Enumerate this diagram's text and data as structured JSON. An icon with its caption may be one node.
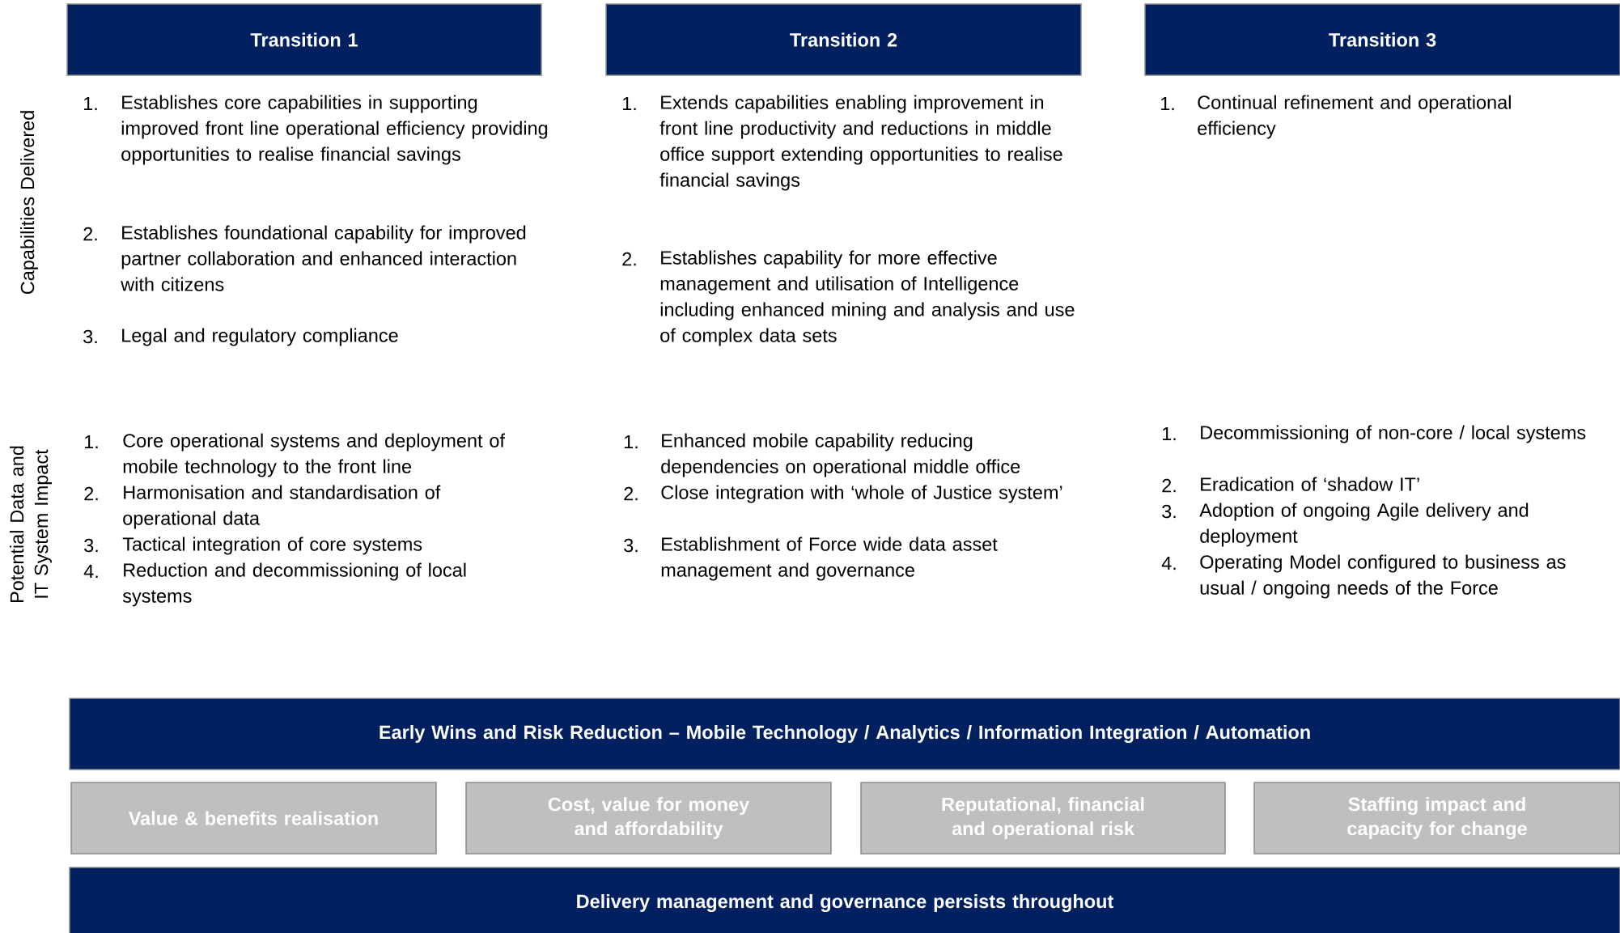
{
  "diagram": {
    "nodes": [
      {
        "text": [
          "Transition 1"
        ]
      },
      {
        "text": [
          "Transition 2"
        ]
      },
      {
        "text": [
          "Transition 3"
        ]
      },
      {
        "text": [
          "Early Wins and Risk Reduction – Mobile Technology / Analytics / Information Integration / Automation"
        ]
      },
      {
        "text": [
          "Value & benefits realisation"
        ]
      },
      {
        "text": [
          "Cost, value for money and affordability"
        ]
      },
      {
        "text": [
          "Reputational, financial and operational risk"
        ]
      },
      {
        "text": [
          "Staffing impact and capacity for change"
        ]
      },
      {
        "text": [
          "Delivery management and governance persists throughout"
        ]
      }
    ],
    "labels": [
      "Capabilities Delivered",
      "1.",
      "Establishes core capabilities in supporting improved front line operational efficiency providing opportunities to realise financial savings",
      "2.",
      "Establishes foundational capability for improved partner collaboration and enhanced interaction with citizens",
      "3.",
      "Legal and regulatory compliance",
      "1.",
      "Extends capabilities enabling improvement in front line productivity and reductions in middle office support extending opportunities to realise financial savings",
      "2.",
      "Establishes capability for more effective management and utilisation of Intelligence including enhanced mining and analysis and use of complex data sets",
      "1.",
      "Continual refinement and operational efficiency",
      "Potential Data and IT System Impact",
      "1.",
      "Core operational systems and deployment of mobile technology to the front line",
      "2.",
      "Harmonisation and standardisation of operational data",
      "3.",
      "Tactical integration of core systems",
      "4.",
      "Reduction and decommissioning of local systems",
      "1.",
      "Enhanced mobile capability reducing dependencies on operational middle office",
      "2.",
      "Close integration with ‘whole of Justice system’",
      "3.",
      "Establishment of Force wide data asset management and governance",
      "1.",
      "Decommissioning of non-core / local systems",
      "2.",
      "Eradication of ‘shadow IT’",
      "3.",
      "Adoption of ongoing Agile delivery and deployment",
      "4.",
      "Operating Model configured to business as usual / ongoing needs of the Force"
    ]
  }
}
